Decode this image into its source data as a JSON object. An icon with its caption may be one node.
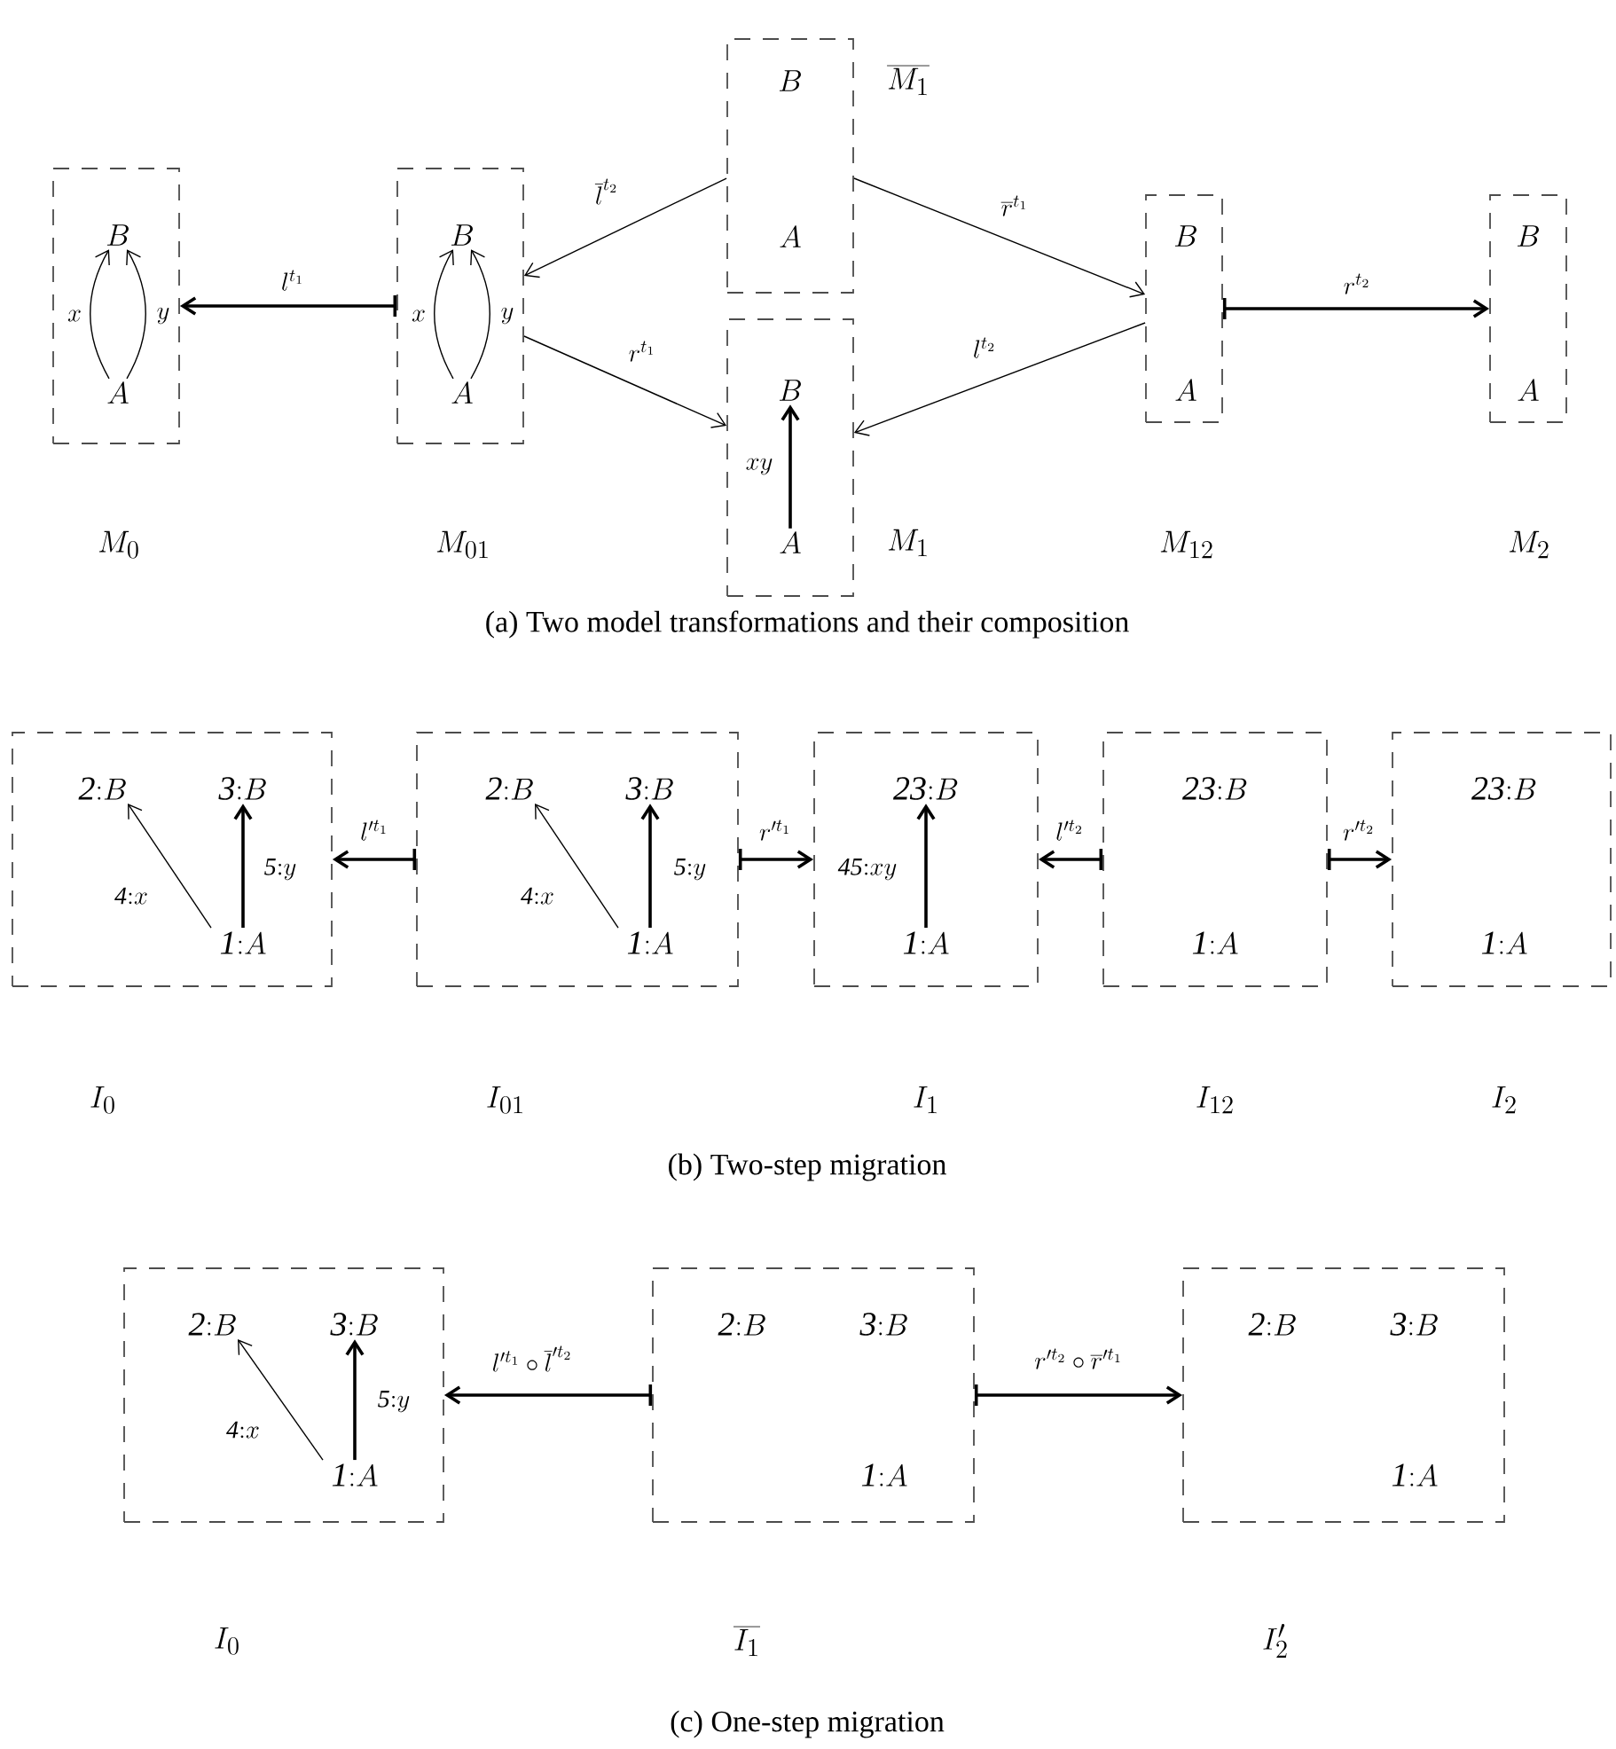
{
  "diagram": {
    "nodes": [
      {
        "text": [],
        "shape": "box"
      },
      {
        "text": [
          "B"
        ],
        "in": 0
      },
      {
        "text": [
          "A"
        ],
        "in": 0
      },
      {
        "text": [],
        "shape": "box"
      },
      {
        "text": [
          "B"
        ],
        "in": 3
      },
      {
        "text": [
          "A"
        ],
        "in": 3
      },
      {
        "text": [],
        "shape": "box",
        "beside": [
          "\\overline{M_{1}}"
        ]
      },
      {
        "text": [
          "B"
        ],
        "in": 6
      },
      {
        "text": [
          "A"
        ],
        "in": 6
      },
      {
        "text": [],
        "shape": "box",
        "beside": [
          "M_{1}"
        ]
      },
      {
        "text": [
          "B"
        ],
        "in": 9
      },
      {
        "text": [
          "A"
        ],
        "in": 9
      },
      {
        "text": [],
        "shape": "box"
      },
      {
        "text": [
          "B"
        ],
        "in": 12
      },
      {
        "text": [
          "A"
        ],
        "in": 12
      },
      {
        "text": [],
        "shape": "box"
      },
      {
        "text": [
          "B"
        ],
        "in": 15
      },
      {
        "text": [
          "A"
        ],
        "in": 15
      },
      {
        "text": [],
        "shape": "box"
      },
      {
        "text": [
          "\\mathit{2}{:}B"
        ],
        "in": 18
      },
      {
        "text": [
          "\\mathit{3}{:}B"
        ],
        "in": 18
      },
      {
        "text": [
          "\\mathit{1}{:}A"
        ],
        "in": 18
      },
      {
        "text": [],
        "shape": "box"
      },
      {
        "text": [
          "\\mathit{2}{:}B"
        ],
        "in": 22
      },
      {
        "text": [
          "\\mathit{3}{:}B"
        ],
        "in": 22
      },
      {
        "text": [
          "\\mathit{1}{:}A"
        ],
        "in": 22
      },
      {
        "text": [],
        "shape": "box"
      },
      {
        "text": [
          "\\mathit{23}{:}B"
        ],
        "in": 26
      },
      {
        "text": [
          "\\mathit{1}{:}A"
        ],
        "in": 26
      },
      {
        "text": [],
        "shape": "box"
      },
      {
        "text": [
          "\\mathit{23}{:}B"
        ],
        "in": 29
      },
      {
        "text": [
          "\\mathit{1}{:}A"
        ],
        "in": 29
      },
      {
        "text": [],
        "shape": "box"
      },
      {
        "text": [
          "\\mathit{23}{:}B"
        ],
        "in": 32
      },
      {
        "text": [
          "\\mathit{1}{:}A"
        ],
        "in": 32
      },
      {
        "text": [],
        "shape": "box"
      },
      {
        "text": [
          "\\mathit{2}{:}B"
        ],
        "in": 35
      },
      {
        "text": [
          "\\mathit{3}{:}B"
        ],
        "in": 35
      },
      {
        "text": [
          "\\mathit{1}{:}A"
        ],
        "in": 35
      },
      {
        "text": [],
        "shape": "box"
      },
      {
        "text": [
          "\\mathit{2}{:}B"
        ],
        "in": 39
      },
      {
        "text": [
          "\\mathit{3}{:}B"
        ],
        "in": 39
      },
      {
        "text": [
          "\\mathit{1}{:}A"
        ],
        "in": 39
      },
      {
        "text": [],
        "shape": "box"
      },
      {
        "text": [
          "\\mathit{2}{:}B"
        ],
        "in": 43
      },
      {
        "text": [
          "\\mathit{3}{:}B"
        ],
        "in": 43
      },
      {
        "text": [
          "\\mathit{1}{:}A"
        ],
        "in": 43
      }
    ],
    "edges": [
      {
        "from": 2,
        "to": 1,
        "arrow": "to",
        "label": "x"
      },
      {
        "from": 2,
        "to": 1,
        "arrow": "to",
        "label": "y"
      },
      {
        "from": 5,
        "to": 4,
        "arrow": "to",
        "label": "x"
      },
      {
        "from": 5,
        "to": 4,
        "arrow": "to",
        "label": "y"
      },
      {
        "from": 3,
        "to": 0,
        "arrow": "to",
        "label": "l^{t_1}"
      },
      {
        "from": 6,
        "to": 3,
        "arrow": "to",
        "label": "\\overline{l}^{t_2}"
      },
      {
        "from": 3,
        "to": 9,
        "arrow": "to",
        "label": "r^{t_1}"
      },
      {
        "from": 11,
        "to": 10,
        "arrow": "to",
        "label": "xy"
      },
      {
        "from": 6,
        "to": 12,
        "arrow": "to",
        "label": "\\overline{r}^{t_1}"
      },
      {
        "from": 12,
        "to": 9,
        "arrow": "to",
        "label": "l^{t_2}"
      },
      {
        "from": 12,
        "to": 15,
        "arrow": "to",
        "label": "r^{t_2}"
      },
      {
        "from": 21,
        "to": 19,
        "arrow": "to",
        "label": "\\mathit{4}{:}x"
      },
      {
        "from": 21,
        "to": 20,
        "arrow": "to",
        "label": "\\mathit{5}{:}y"
      },
      {
        "from": 22,
        "to": 18,
        "arrow": "to",
        "label": "l'^{t_1}"
      },
      {
        "from": 25,
        "to": 23,
        "arrow": "to",
        "label": "\\mathit{4}{:}x"
      },
      {
        "from": 25,
        "to": 24,
        "arrow": "to",
        "label": "\\mathit{5}{:}y"
      },
      {
        "from": 22,
        "to": 26,
        "arrow": "to",
        "label": "r'^{t_1}"
      },
      {
        "from": 28,
        "to": 27,
        "arrow": "to",
        "label": "\\mathit{45}{:}xy"
      },
      {
        "from": 29,
        "to": 26,
        "arrow": "to",
        "label": "l'^{t_2}"
      },
      {
        "from": 29,
        "to": 32,
        "arrow": "to",
        "label": "r'^{t_2}"
      },
      {
        "from": 38,
        "to": 36,
        "arrow": "to",
        "label": "\\mathit{4}{:}x"
      },
      {
        "from": 38,
        "to": 37,
        "arrow": "to",
        "label": "\\mathit{5}{:}y"
      },
      {
        "from": 39,
        "to": 35,
        "arrow": "to",
        "label": "l'^{t_1}\\circ\\overline{l}'^{t_2}"
      },
      {
        "from": 39,
        "to": 43,
        "arrow": "to",
        "label": "r'^{t_2}\\circ\\overline{r}'^{t_1}"
      }
    ],
    "labels": [
      "M_{0}",
      "M_{01}",
      "M_{12}",
      "M_{2}",
      "(a) Two model transformations and their composition",
      "I_{0}",
      "I_{01}",
      "I_{1}",
      "I_{12}",
      "I_{2}",
      "(b) Two-step migration",
      "I_{0}",
      "\\overline{I_{1}}",
      "I'_{2}",
      "(c) One-step migration"
    ]
  }
}
